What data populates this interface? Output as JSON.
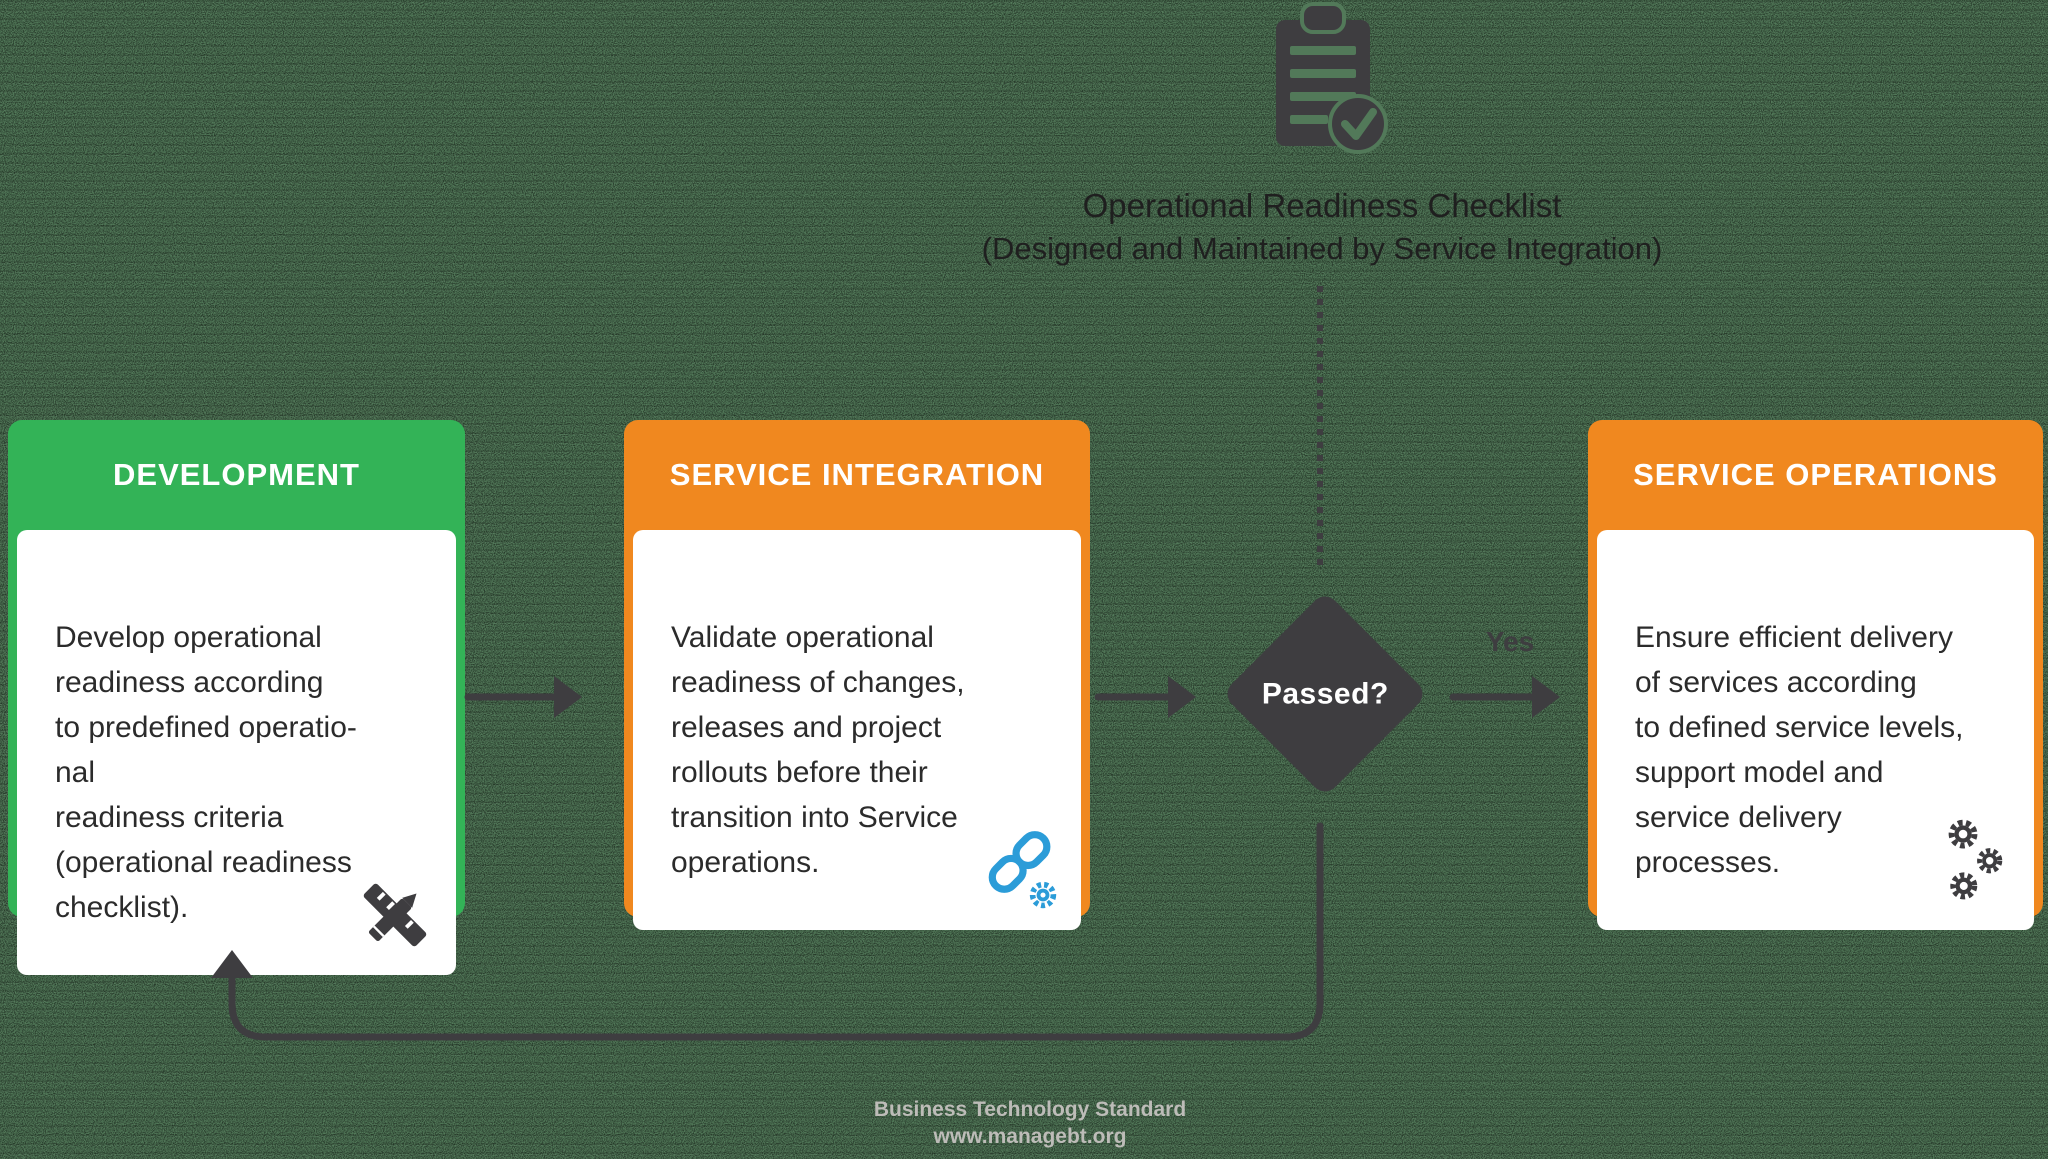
{
  "colors": {
    "background_green": "#527959",
    "card_green": "#33b357",
    "card_orange": "#f0881f",
    "dark_gray": "#3e3d40",
    "icon_blue": "#2b9cd8",
    "body_text": "#2b2b2b",
    "footer_text": "#bdbcb8",
    "white": "#ffffff"
  },
  "checklist": {
    "icon": "clipboard-check-icon",
    "title": "Operational Readiness Checklist",
    "subtitle": "(Designed and Maintained by Service Integration)"
  },
  "cards": [
    {
      "title": "DEVELOPMENT",
      "body": "Develop operational\nreadiness according\nto predefined operatio-\nnal\nreadiness criteria\n(operational readiness\nchecklist).",
      "icon": "pencil-ruler-icon",
      "header_color": "#33b357"
    },
    {
      "title": "SERVICE INTEGRATION",
      "body": "Validate operational\nreadiness of changes,\nreleases and project\nrollouts before their\ntransition into Service\noperations.",
      "icon": "chain-link-gear-icon",
      "header_color": "#f0881f"
    },
    {
      "title": "SERVICE OPERATIONS",
      "body": "Ensure efficient delivery\nof services according\nto defined service levels,\nsupport model and\nservice delivery\nprocesses.",
      "icon": "gears-icon",
      "header_color": "#f0881f"
    }
  ],
  "decision": {
    "label": "Passed?",
    "yes_label": "Yes"
  },
  "footer": {
    "line1": "Business Technology Standard",
    "line2": "www.managebt.org"
  }
}
